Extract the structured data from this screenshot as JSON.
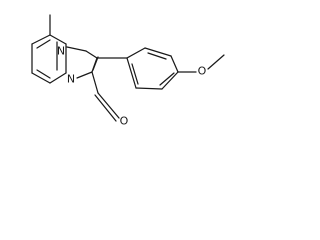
{
  "molecule": {
    "atoms": {
      "n_imine": "N",
      "n_bridge": "N",
      "o_methoxy": "O",
      "o_aldehyde": "O"
    }
  }
}
